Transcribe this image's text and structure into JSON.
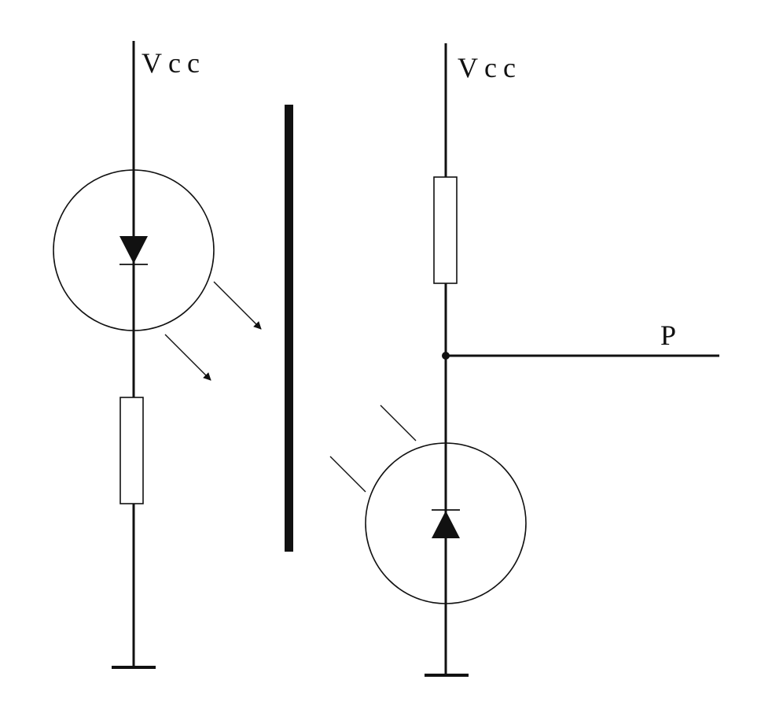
{
  "labels": {
    "left_supply": "Vcc",
    "right_supply": "Vcc",
    "output": "P"
  },
  "colors": {
    "line": "#111111",
    "background": "#ffffff"
  }
}
